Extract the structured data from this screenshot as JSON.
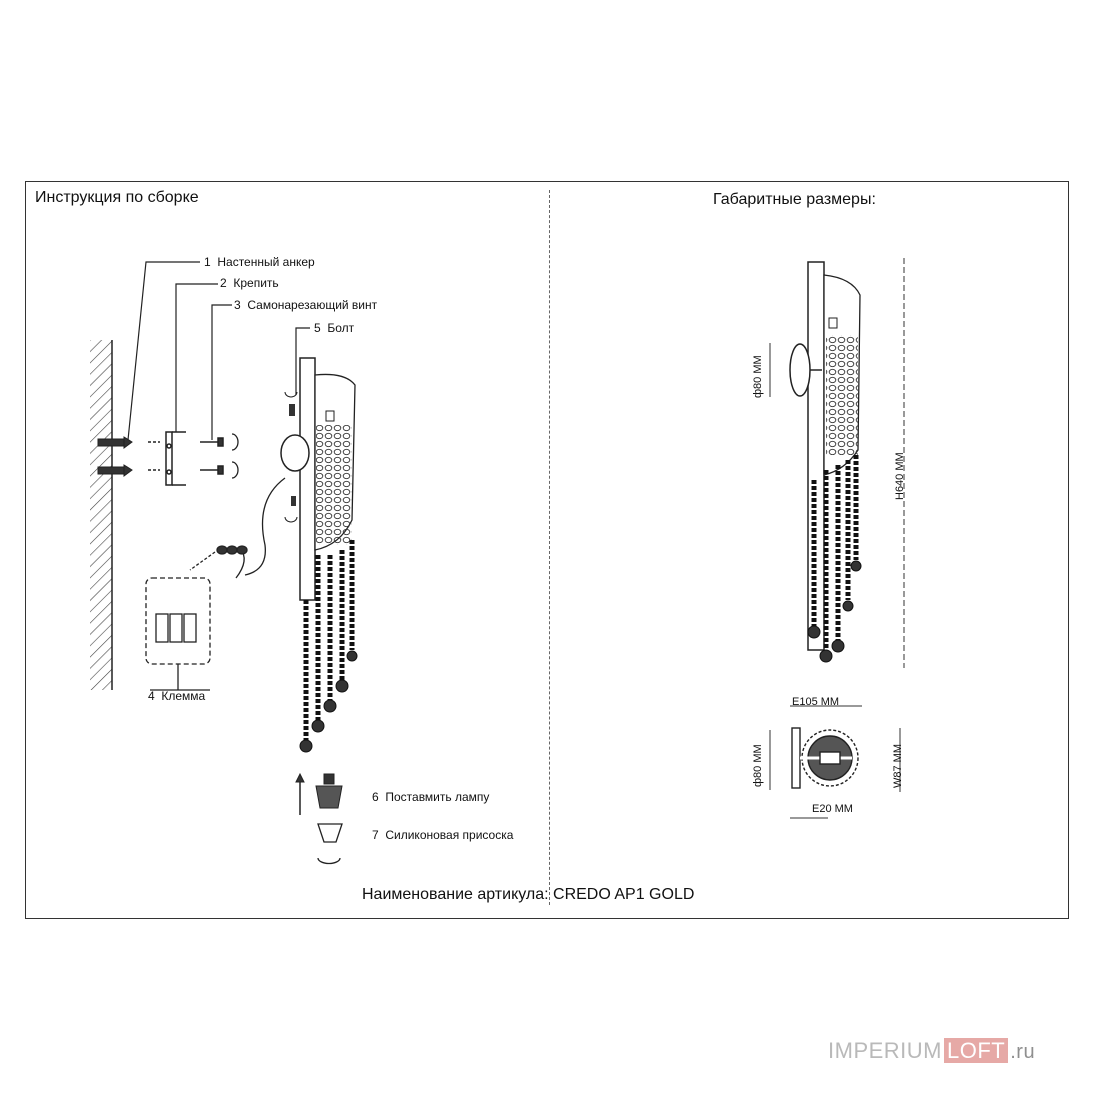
{
  "titles": {
    "assembly": "Инструкция по сборке",
    "dimensions": "Габаритные размеры:",
    "article": "Наименование артикула: CREDO AP1 GOLD"
  },
  "parts": [
    {
      "num": "1",
      "label": "Настенный анкер"
    },
    {
      "num": "2",
      "label": "Крепить"
    },
    {
      "num": "3",
      "label": "Самонарезающий винт"
    },
    {
      "num": "4",
      "label": "Клемма"
    },
    {
      "num": "5",
      "label": "Болт"
    },
    {
      "num": "6",
      "label": "Поставмить лампу"
    },
    {
      "num": "7",
      "label": "Силиконовая присоска"
    }
  ],
  "dimensions": {
    "base_diameter": "ф80 ММ",
    "height": "H640 ММ",
    "depth": "E105 ММ",
    "base_diameter_top": "ф80 ММ",
    "width": "W87 ММ",
    "offset": "E20 ММ"
  },
  "watermark": {
    "brand_a": "IMPERIUM",
    "brand_b": "LOFT",
    "domain": ".ru"
  }
}
